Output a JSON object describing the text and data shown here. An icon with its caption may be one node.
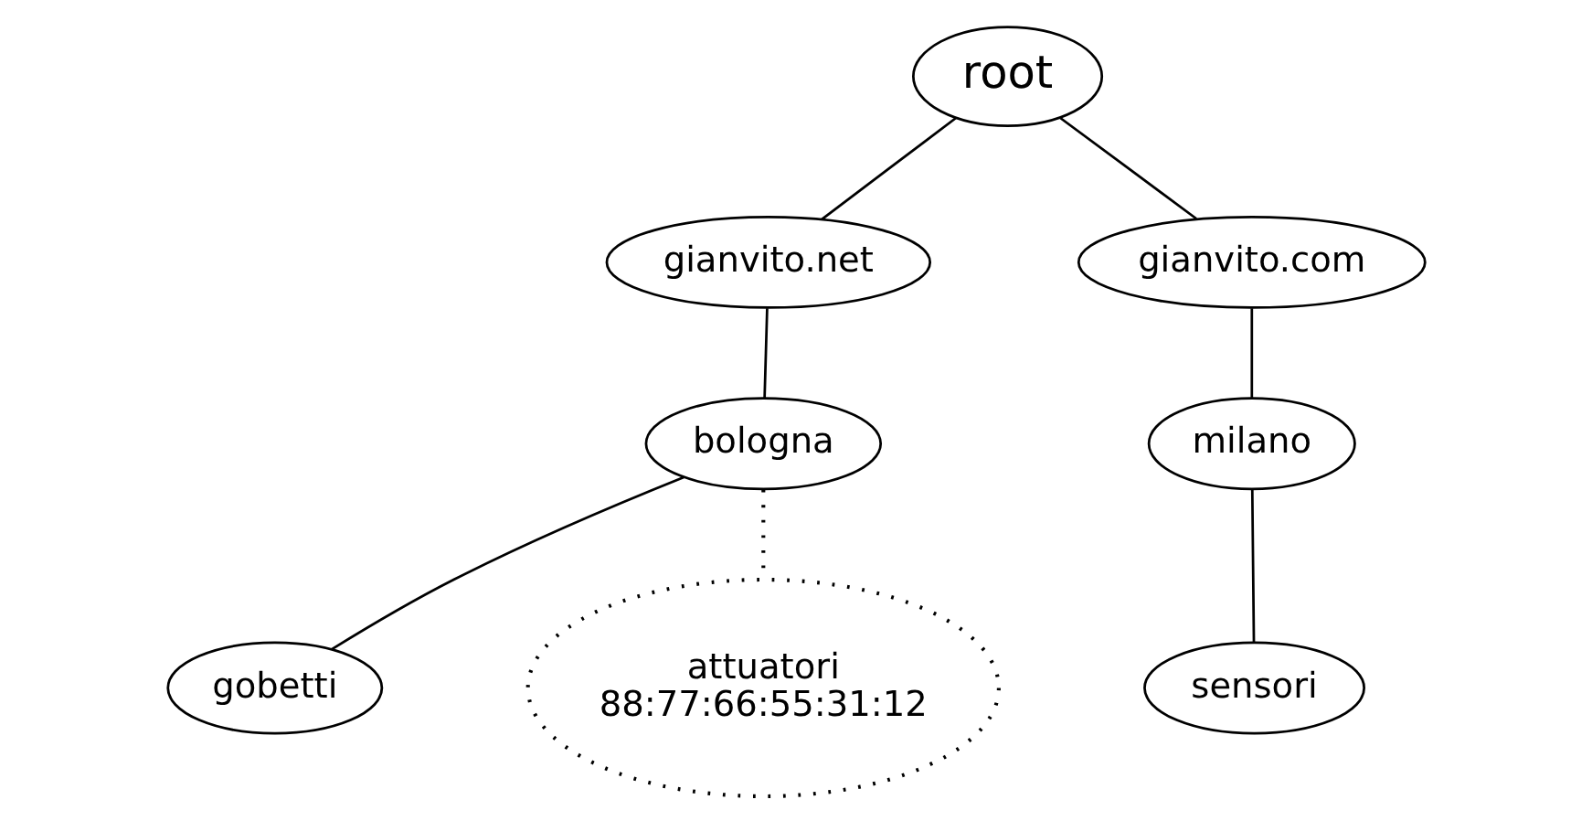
{
  "diagram": {
    "nodes": [
      {
        "text": [
          "root"
        ]
      },
      {
        "text": [
          "gianvito.net"
        ]
      },
      {
        "text": [
          "gianvito.com"
        ]
      },
      {
        "text": [
          "bologna"
        ]
      },
      {
        "text": [
          "milano"
        ]
      },
      {
        "text": [
          "gobetti"
        ]
      },
      {
        "text": [
          "attuatori",
          "88:77:66:55:31:12"
        ]
      },
      {
        "text": [
          "sensori"
        ]
      }
    ],
    "edges": [
      {
        "from": 0,
        "to": 1,
        "arrow": "none"
      },
      {
        "from": 0,
        "to": 2,
        "arrow": "none"
      },
      {
        "from": 1,
        "to": 3,
        "arrow": "none"
      },
      {
        "from": 2,
        "to": 4,
        "arrow": "none"
      },
      {
        "from": 3,
        "to": 5,
        "arrow": "none"
      },
      {
        "from": 3,
        "to": 6,
        "arrow": "none",
        "style": "dashed"
      },
      {
        "from": 4,
        "to": 7,
        "arrow": "none"
      }
    ]
  }
}
